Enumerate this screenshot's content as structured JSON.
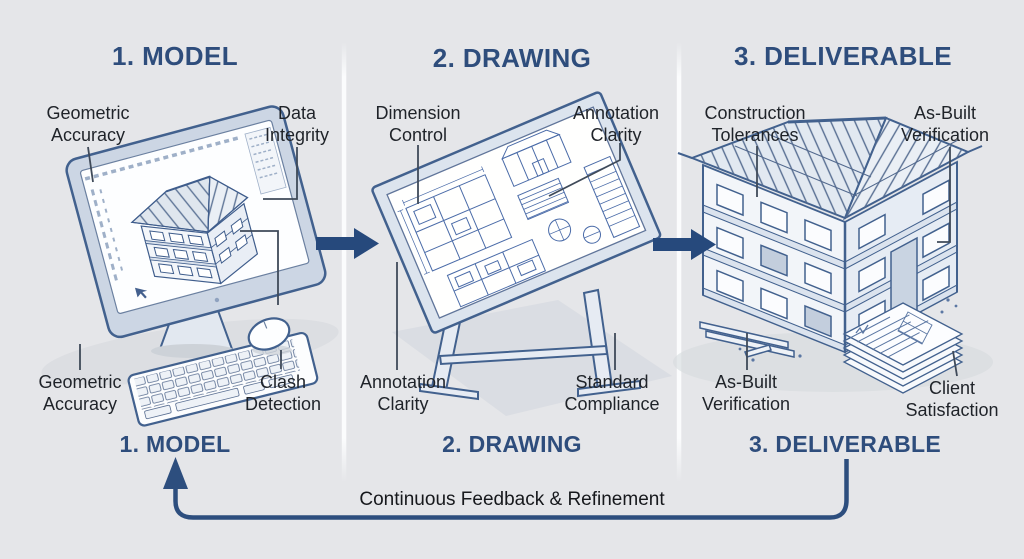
{
  "stages": [
    {
      "header": "1. MODEL",
      "footer": "1. MODEL",
      "illustration": "desktop-computer-with-3d-building-model",
      "callouts": {
        "top_left": {
          "lines": [
            "Geometric",
            "Accuracy"
          ]
        },
        "top_right": {
          "lines": [
            "Data",
            "Integrity"
          ]
        },
        "bottom_left": {
          "lines": [
            "Geometric",
            "Accuracy"
          ]
        },
        "bottom_right": {
          "lines": [
            "Clash",
            "Detection"
          ]
        }
      }
    },
    {
      "header": "2. DRAWING",
      "footer": "2. DRAWING",
      "illustration": "drafting-table-with-architectural-drawings",
      "callouts": {
        "top_left": {
          "lines": [
            "Dimension",
            "Control"
          ]
        },
        "top_right": {
          "lines": [
            "Annotation",
            "Clarity"
          ]
        },
        "bottom_left": {
          "lines": [
            "Annotation",
            "Clarity"
          ]
        },
        "bottom_right": {
          "lines": [
            "Standard",
            "Compliance"
          ]
        }
      }
    },
    {
      "header": "3. DELIVERABLE",
      "footer": "3. DELIVERABLE",
      "illustration": "house-frame-construction-with-document-stack",
      "callouts": {
        "top_left": {
          "lines": [
            "Construction",
            "Tolerances"
          ]
        },
        "top_right": {
          "lines": [
            "As-Built",
            "Verification"
          ]
        },
        "bottom_left": {
          "lines": [
            "As-Built",
            "Verification"
          ]
        },
        "bottom_right": {
          "lines": [
            "Client",
            "Satisfaction"
          ]
        }
      }
    }
  ],
  "feedback": {
    "label": "Continuous Feedback & Refinement"
  },
  "icons": {
    "stage_arrows": "right-arrow-icon",
    "feedback_arrow": "up-arrow-icon"
  },
  "colors": {
    "background": "#e5e6e9",
    "heading_blue": "#2e4d7c",
    "arrow_blue": "#26497c",
    "feedback_line_blue": "#2d4e7e",
    "label_text": "#1f2329",
    "illustration_outline": "#42618e",
    "divider_white": "#fbfcfd"
  }
}
